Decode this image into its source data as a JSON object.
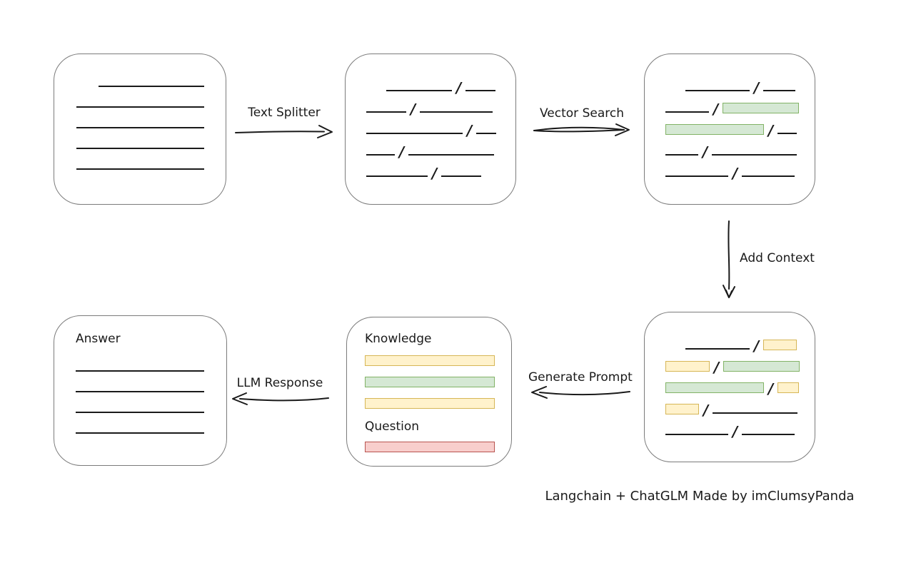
{
  "caption": "Langchain + ChatGLM Made by imClumsyPanda",
  "colors": {
    "ink": "#1a1a1a",
    "box_border": "#7b7b7b",
    "green_fill": "#d5e8d4",
    "green_border": "#82b366",
    "yellow_fill": "#fff2cc",
    "yellow_border": "#d6b656",
    "red_fill": "#f8cecc",
    "red_border": "#b85450"
  },
  "arrows": {
    "text_splitter": {
      "label": "Text Splitter",
      "direction": "right"
    },
    "vector_search": {
      "label": "Vector Search",
      "direction": "right"
    },
    "add_context": {
      "label": "Add Context",
      "direction": "down"
    },
    "generate_prompt": {
      "label": "Generate Prompt",
      "direction": "left"
    },
    "llm_response": {
      "label": "LLM Response",
      "direction": "left"
    }
  },
  "boxes": {
    "document": {
      "lines": [
        {
          "w": 148,
          "indent": 31
        },
        {
          "w": 179
        },
        {
          "w": 179
        },
        {
          "w": 179
        },
        {
          "w": 179
        }
      ]
    },
    "chunks": {
      "rows": [
        [
          {
            "t": "line",
            "w": 92,
            "indent": 28
          },
          {
            "t": "slash"
          },
          {
            "t": "line",
            "w": 42
          }
        ],
        [
          {
            "t": "line",
            "w": 56
          },
          {
            "t": "slash"
          },
          {
            "t": "line",
            "w": 102
          }
        ],
        [
          {
            "t": "line",
            "w": 135
          },
          {
            "t": "slash"
          },
          {
            "t": "line",
            "w": 28
          }
        ],
        [
          {
            "t": "line",
            "w": 40
          },
          {
            "t": "slash"
          },
          {
            "t": "line",
            "w": 120
          }
        ],
        [
          {
            "t": "line",
            "w": 86
          },
          {
            "t": "slash"
          },
          {
            "t": "line",
            "w": 56
          }
        ]
      ]
    },
    "matched_chunks": {
      "rows": [
        [
          {
            "t": "line",
            "w": 90,
            "indent": 28
          },
          {
            "t": "slash"
          },
          {
            "t": "line",
            "w": 45
          }
        ],
        [
          {
            "t": "line",
            "w": 61
          },
          {
            "t": "slash"
          },
          {
            "t": "green",
            "w": 107
          }
        ],
        [
          {
            "t": "green",
            "w": 138
          },
          {
            "t": "slash"
          },
          {
            "t": "line",
            "w": 27
          }
        ],
        [
          {
            "t": "line",
            "w": 46
          },
          {
            "t": "slash"
          },
          {
            "t": "line",
            "w": 119
          }
        ],
        [
          {
            "t": "line",
            "w": 88
          },
          {
            "t": "slash"
          },
          {
            "t": "line",
            "w": 74
          }
        ]
      ]
    },
    "context_chunks": {
      "rows": [
        [
          {
            "t": "line",
            "w": 90,
            "indent": 28
          },
          {
            "t": "slash"
          },
          {
            "t": "yellow",
            "w": 47
          }
        ],
        [
          {
            "t": "yellow",
            "w": 62
          },
          {
            "t": "slash"
          },
          {
            "t": "green",
            "w": 107
          }
        ],
        [
          {
            "t": "green",
            "w": 138
          },
          {
            "t": "slash"
          },
          {
            "t": "yellow",
            "w": 30
          }
        ],
        [
          {
            "t": "yellow",
            "w": 47
          },
          {
            "t": "slash"
          },
          {
            "t": "line",
            "w": 119
          }
        ],
        [
          {
            "t": "line",
            "w": 88
          },
          {
            "t": "slash"
          },
          {
            "t": "line",
            "w": 74
          }
        ]
      ]
    },
    "prompt": {
      "knowledge_label": "Knowledge",
      "question_label": "Question",
      "knowledge_bars": [
        "yellow",
        "green",
        "yellow"
      ],
      "question_bars": [
        "red"
      ]
    },
    "answer": {
      "label": "Answer",
      "lines": [
        {
          "w": 180
        },
        {
          "w": 180
        },
        {
          "w": 180
        },
        {
          "w": 180
        }
      ]
    }
  }
}
